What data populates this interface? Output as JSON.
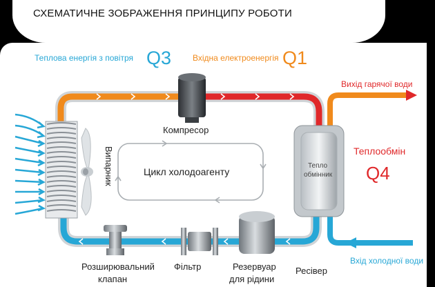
{
  "title": "СХЕМАТИЧНЕ ЗОБРАЖЕННЯ ПРИНЦИПУ РОБОТИ",
  "inputs": {
    "air_energy_label": "Теплова енергія з повітря",
    "air_energy_code": "Q3",
    "electric_label": "Вхідна електроенергія",
    "electric_code": "Q1"
  },
  "outputs": {
    "hot_water": "Вихід гарячої води",
    "cold_water": "Вхід холодної води",
    "heat_exchange_label": "Теплообмін",
    "heat_exchange_code": "Q4"
  },
  "components": {
    "compressor": "Компресор",
    "evaporator": "Випарник",
    "cycle": "Цикл холодоагенту",
    "exchanger_line1": "Тепло",
    "exchanger_line2": "обмінник",
    "expansion_valve_line1": "Розширювальний",
    "expansion_valve_line2": "клапан",
    "filter": "Фільтр",
    "reservoir_line1": "Резервуар",
    "reservoir_line2": "для рідини",
    "receiver": "Ресівер"
  },
  "colors": {
    "cold_pipe": "#27a7d6",
    "warm_pipe": "#f08a1c",
    "hot_pipe": "#e0282a",
    "metal": "#9aa0a6",
    "background_frame": "#000000"
  }
}
